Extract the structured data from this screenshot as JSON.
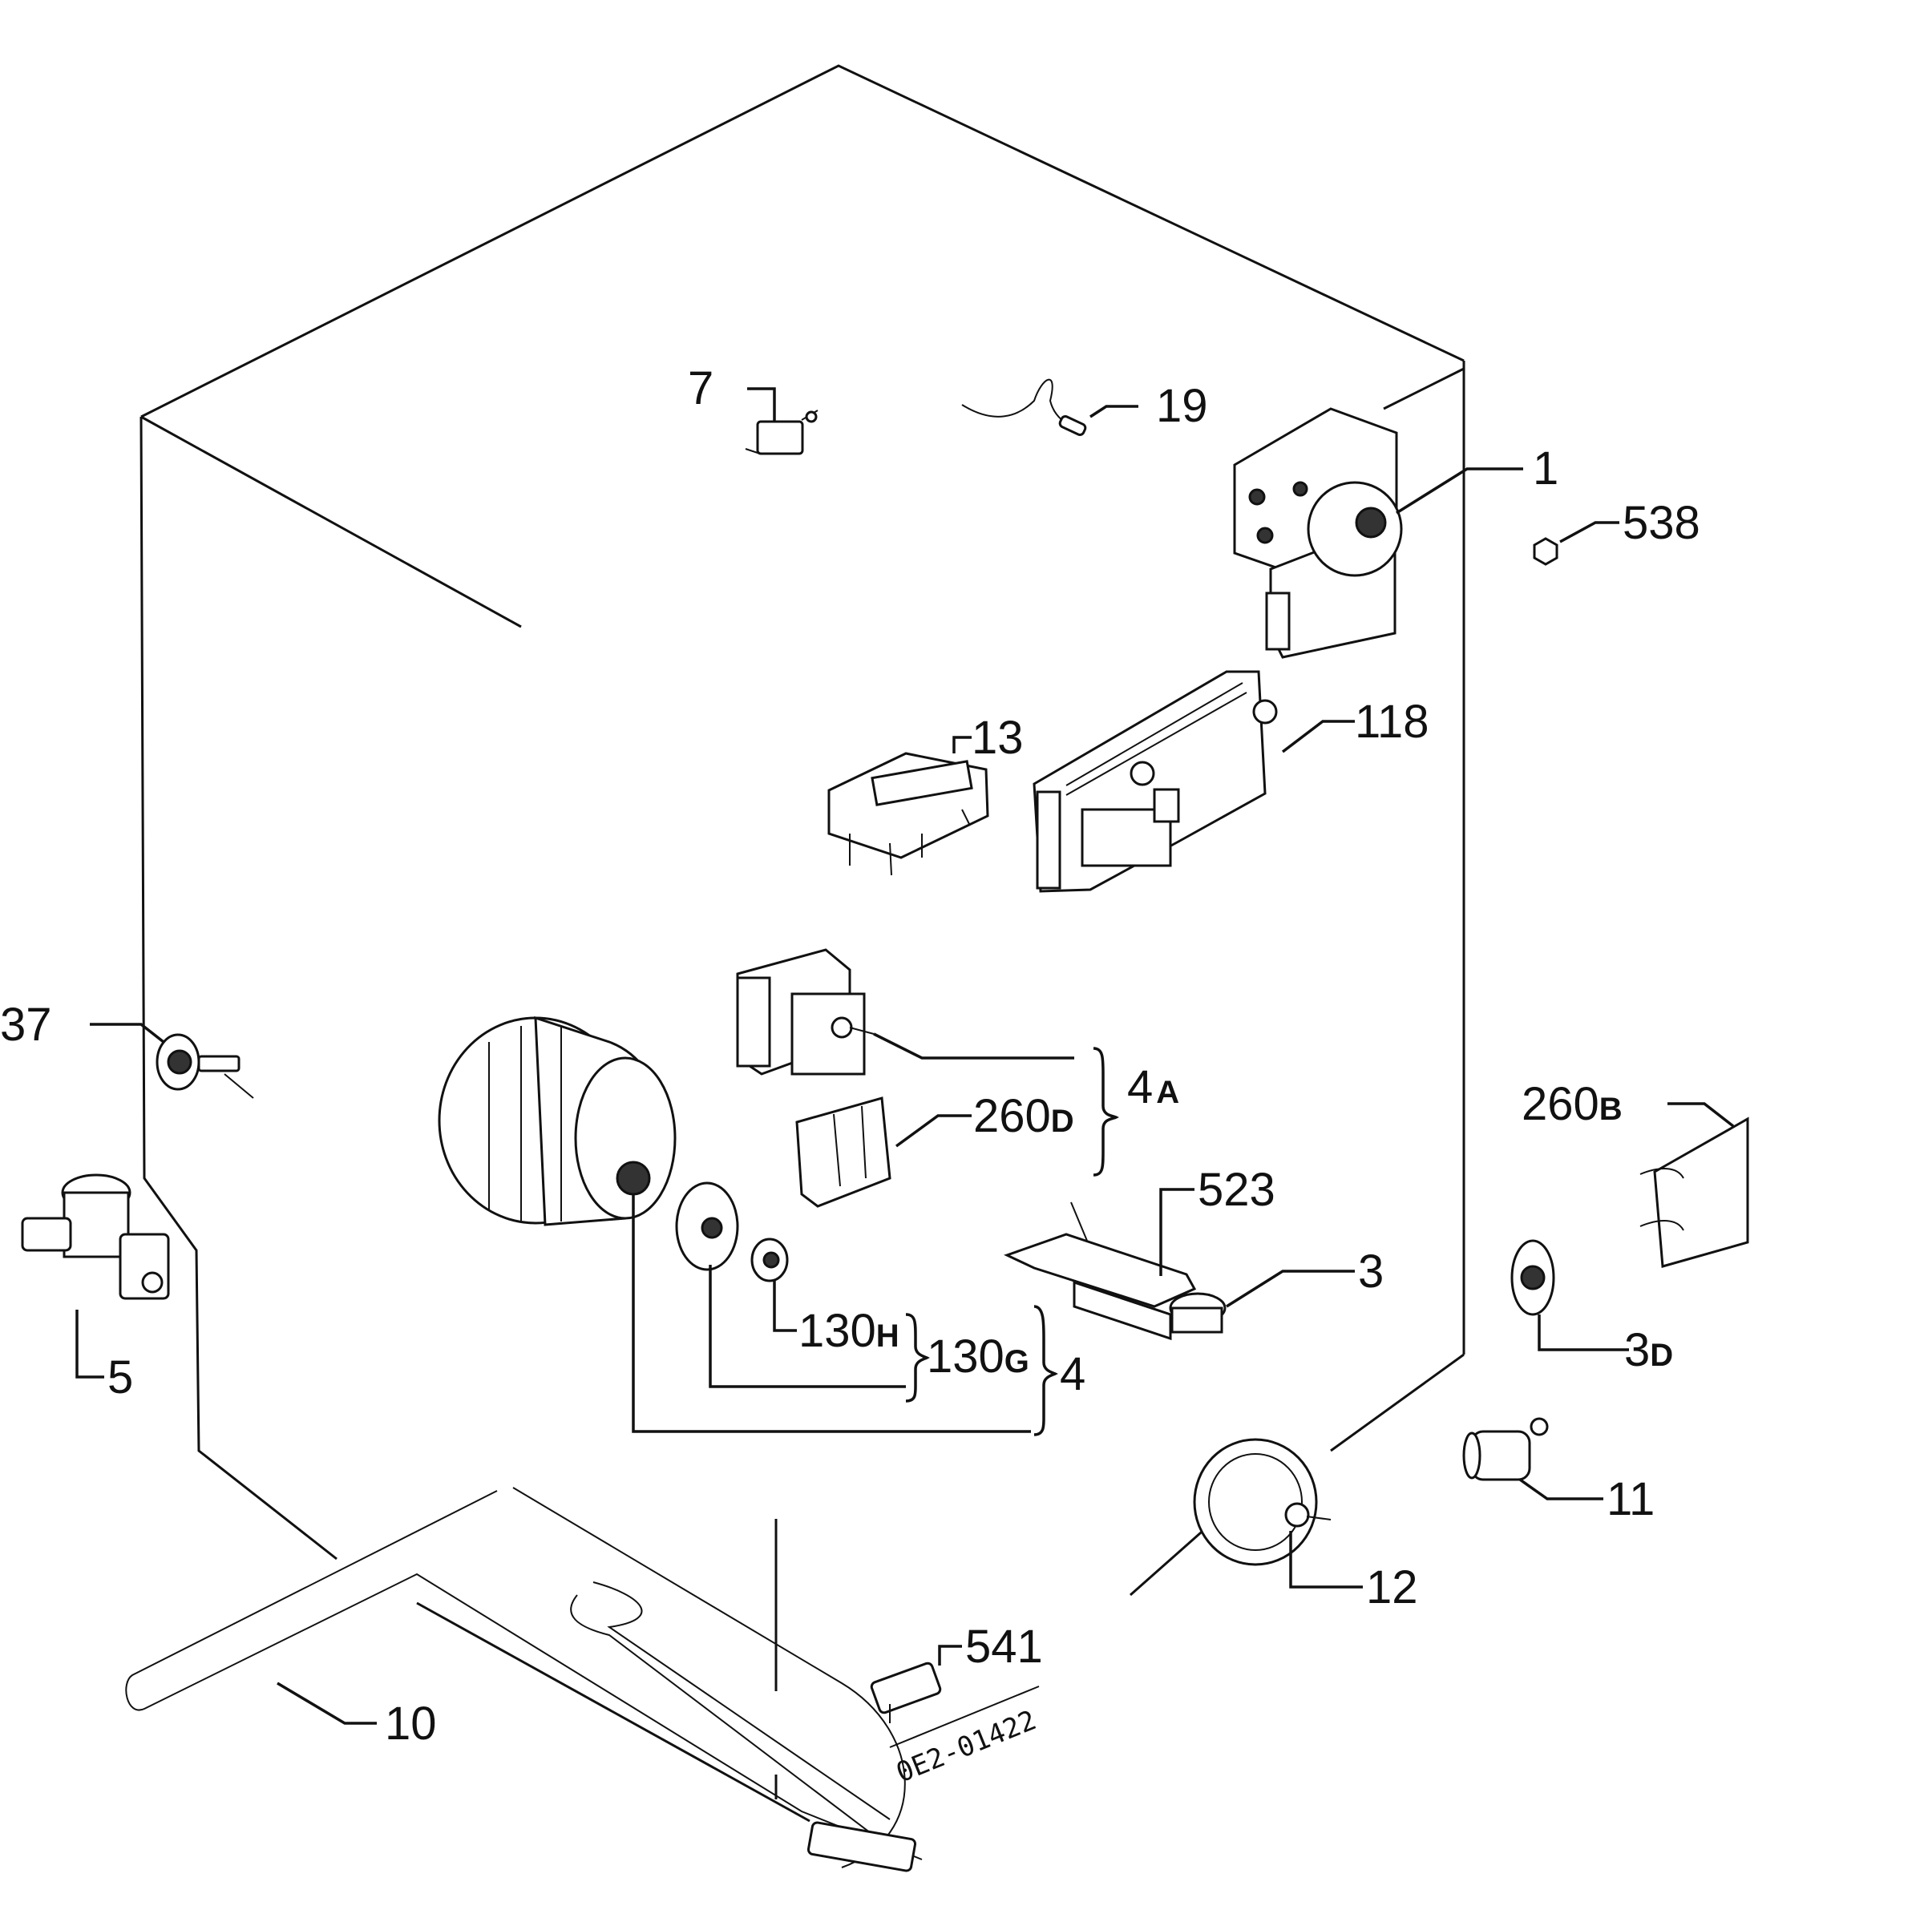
{
  "drawing_code": "0E2-01422",
  "callouts": {
    "p7": "7",
    "p19": "19",
    "p1": "1",
    "p538": "538",
    "p13": "13",
    "p118": "118",
    "p37": "37",
    "p4a_num": "4",
    "p4a_sub": "A",
    "p260d_num": "260",
    "p260d_sub": "D",
    "p260b_num": "260",
    "p260b_sub": "B",
    "p523": "523",
    "p3": "3",
    "p3d_num": "3",
    "p3d_sub": "D",
    "p5": "5",
    "p130h_num": "130",
    "p130h_sub": "H",
    "p130g_num": "130",
    "p130g_sub": "G",
    "p4": "4",
    "p11": "11",
    "p12": "12",
    "p541": "541",
    "p10": "10"
  }
}
